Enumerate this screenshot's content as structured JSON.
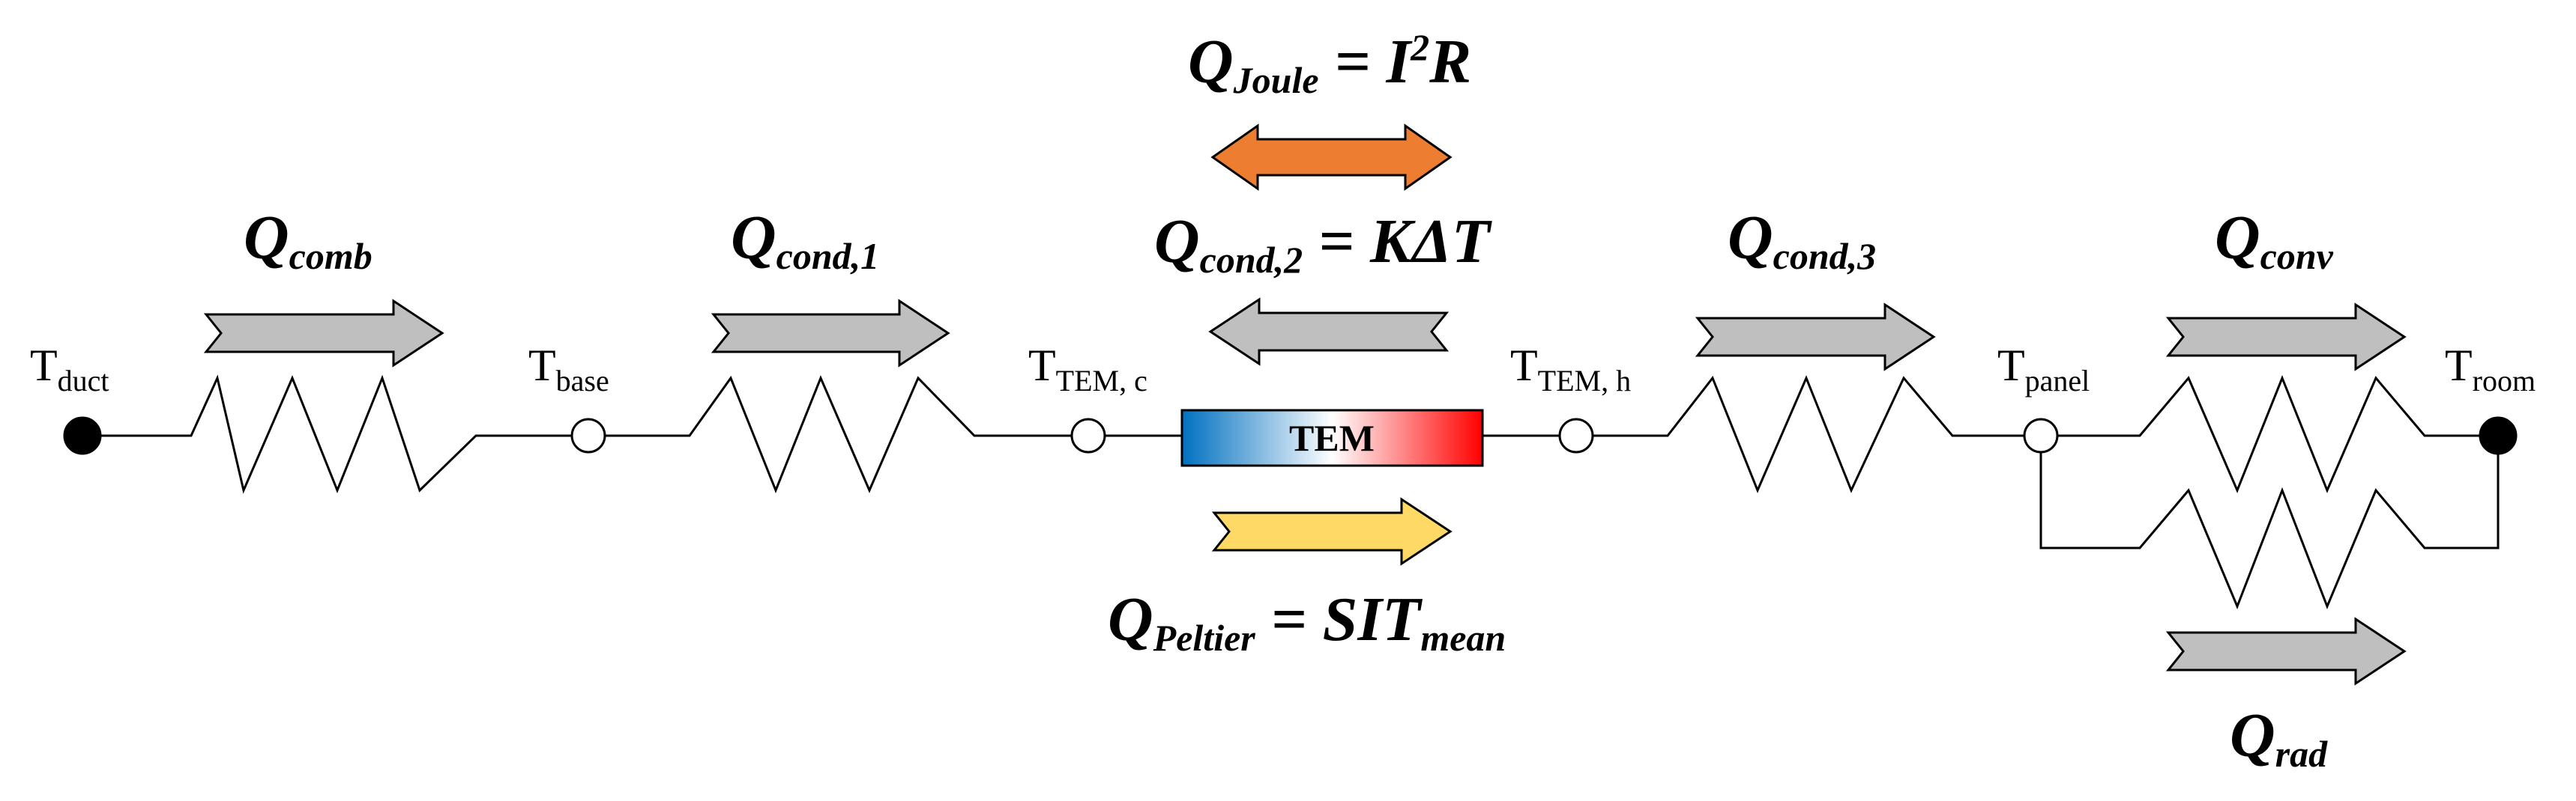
{
  "nodes": {
    "duct": {
      "main": "T",
      "sub": "duct"
    },
    "base": {
      "main": "T",
      "sub": "base"
    },
    "tem_c": {
      "main": "T",
      "sub": "TEM, c"
    },
    "tem_h": {
      "main": "T",
      "sub": "TEM, h"
    },
    "panel": {
      "main": "T",
      "sub": "panel"
    },
    "room": {
      "main": "T",
      "sub": "room"
    }
  },
  "flows": {
    "comb": {
      "q": "Q",
      "sub": "comb"
    },
    "cond1": {
      "q": "Q",
      "sub": "cond,1"
    },
    "cond2": {
      "q": "Q",
      "sub": "cond,2",
      "eq": " = KΔT"
    },
    "cond3": {
      "q": "Q",
      "sub": "cond,3"
    },
    "conv": {
      "q": "Q",
      "sub": "conv"
    },
    "rad": {
      "q": "Q",
      "sub": "rad"
    },
    "joule": {
      "q": "Q",
      "sub": "Joule",
      "eq1": " = I",
      "sup": "2",
      "eq2": "R"
    },
    "peltier": {
      "q": "Q",
      "sub": "Peltier",
      "eq": " = SIT",
      "sub2": "mean"
    }
  },
  "tem": {
    "label": "TEM"
  },
  "colors": {
    "gray_arrow": "#bfbfbf",
    "joule_arrow": "#ed7d31",
    "peltier_arrow": "#ffd966",
    "tem_cold": "#0070c0",
    "tem_hot": "#ff0000"
  }
}
